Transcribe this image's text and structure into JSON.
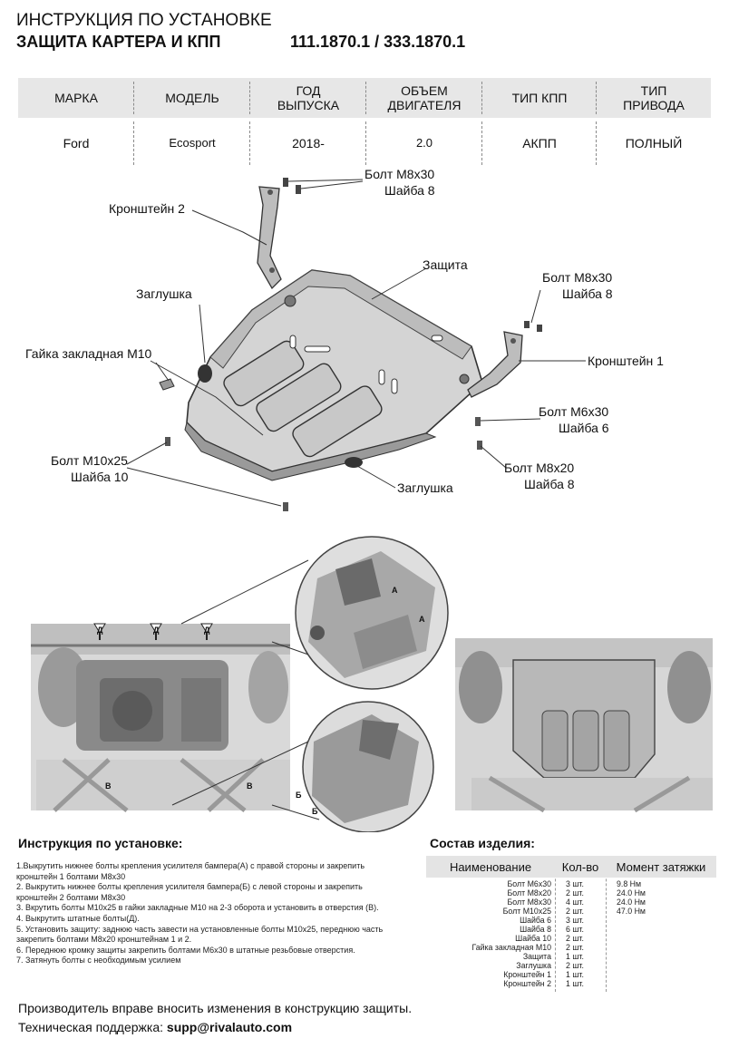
{
  "header": {
    "title": "ИНСТРУКЦИЯ ПО УСТАНОВКЕ",
    "subtitle": "ЗАЩИТА КАРТЕРА И КПП",
    "code": "111.1870.1 / 333.1870.1"
  },
  "spec_table": {
    "headers": [
      {
        "l1": "МАРКА",
        "l2": ""
      },
      {
        "l1": "МОДЕЛЬ",
        "l2": ""
      },
      {
        "l1": "ГОД",
        "l2": "ВЫПУСКА"
      },
      {
        "l1": "ОБЪЕМ",
        "l2": "ДВИГАТЕЛЯ"
      },
      {
        "l1": "ТИП КПП",
        "l2": ""
      },
      {
        "l1": "ТИП",
        "l2": "ПРИВОДА"
      }
    ],
    "values": [
      "Ford",
      "Ecosport",
      "2018-",
      "2.0",
      "АКПП",
      "ПОЛНЫЙ"
    ]
  },
  "diagram_labels": {
    "bolt_m8x30_top": "Болт М8х30",
    "washer_8_top": "Шайба 8",
    "bracket_2": "Кронштейн 2",
    "guard": "Защита",
    "bolt_m8x30_right": "Болт М8х30",
    "washer_8_right": "Шайба 8",
    "plug_left": "Заглушка",
    "nut_m10": "Гайка закладная М10",
    "bracket_1": "Кронштейн 1",
    "bolt_m6x30": "Болт М6х30",
    "washer_6": "Шайба 6",
    "bolt_m10x25": "Болт М10х25",
    "washer_10": "Шайба 10",
    "bolt_m8x20": "Болт М8х20",
    "washer_8_bottom": "Шайба 8",
    "plug_bottom": "Заглушка"
  },
  "photo_markers": {
    "d": "Д",
    "a": "А",
    "b": "Б",
    "v": "В"
  },
  "instructions": {
    "title": "Инструкция по установке:",
    "steps": [
      "1.Выкрутить нижнее болты крепления усилителя бампера(А) с правой стороны и закрепить кронштейн 1 болтами М8х30",
      "2. Выкрутить нижнее болты крепления усилителя бампера(Б) с левой стороны и закрепить кронштейн 2 болтами М8х30",
      "3. Вкрутить болты М10х25 в гайки закладные М10 на 2-3 оборота и установить в отверстия (В).",
      "4. Выкрутить штатные болты(Д).",
      "5. Установить защиту: заднюю часть завести на установленные болты М10х25, переднюю часть закрепить болтами М8х20 кронштейнам 1 и 2.",
      "6. Переднюю кромку защиты закрепить болтами М6х30 в штатные резьбовые отверстия.",
      "7. Затянуть болты с необходимым усилием"
    ]
  },
  "composition": {
    "title": "Состав изделия:",
    "headers": {
      "name": "Наименование",
      "qty": "Кол-во",
      "torque": "Момент затяжки"
    },
    "rows": [
      {
        "name": "Болт М6х30",
        "qty": "3 шт.",
        "torque": "9.8 Нм"
      },
      {
        "name": "Болт М8х20",
        "qty": "2 шт.",
        "torque": "24.0 Нм"
      },
      {
        "name": "Болт М8х30",
        "qty": "4 шт.",
        "torque": "24.0 Нм"
      },
      {
        "name": "Болт М10х25",
        "qty": "2 шт.",
        "torque": "47.0 Нм"
      },
      {
        "name": "Шайба 6",
        "qty": "3 шт.",
        "torque": ""
      },
      {
        "name": "Шайба 8",
        "qty": "6 шт.",
        "torque": ""
      },
      {
        "name": "Шайба 10",
        "qty": "2 шт.",
        "torque": ""
      },
      {
        "name": "Гайка закладная М10",
        "qty": "2 шт.",
        "torque": ""
      },
      {
        "name": "Защита",
        "qty": "1 шт.",
        "torque": ""
      },
      {
        "name": "Заглушка",
        "qty": "2 шт.",
        "torque": ""
      },
      {
        "name": "Кронштейн 1",
        "qty": "1 шт.",
        "torque": ""
      },
      {
        "name": "Кронштейн 2",
        "qty": "1 шт.",
        "torque": ""
      }
    ]
  },
  "footer": {
    "note": "Производитель вправе вносить изменения в конструкцию защиты.",
    "support_label": "Техническая поддержка:",
    "support_email": "supp@rivalauto.com"
  }
}
